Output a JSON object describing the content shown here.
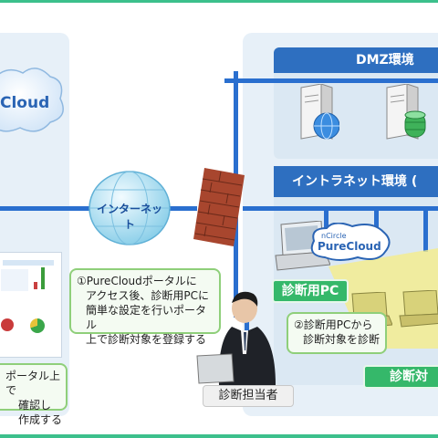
{
  "left_cloud": {
    "label": "Cloud"
  },
  "internet": {
    "label": "インターネット"
  },
  "dmz": {
    "label": "DMZ環境"
  },
  "intranet": {
    "label": "イントラネット環境 ("
  },
  "purecloud_logo": {
    "label": "nCircle",
    "brand": "PureCloud"
  },
  "buttons": {
    "diag_pc": "診断用PC",
    "diag_right": "診断対"
  },
  "note_main": {
    "lines": [
      "①PureCloudポータルに",
      "アクセス後、診断用PCに",
      "簡単な設定を行いポータル",
      "上で診断対象を登録する"
    ]
  },
  "note_diag": {
    "lines": [
      "②診断用PCから",
      "診断対象を診断"
    ]
  },
  "note_left": {
    "lines": [
      "ポータル上で",
      "確認し",
      "作成する"
    ]
  },
  "staff": {
    "label": "診断担当者"
  },
  "colors": {
    "accent_green": "#3cc08c",
    "network_blue": "#2a6fcf",
    "panel_blue": "#e7f0f8",
    "header_blue": "#2e6fc0"
  }
}
